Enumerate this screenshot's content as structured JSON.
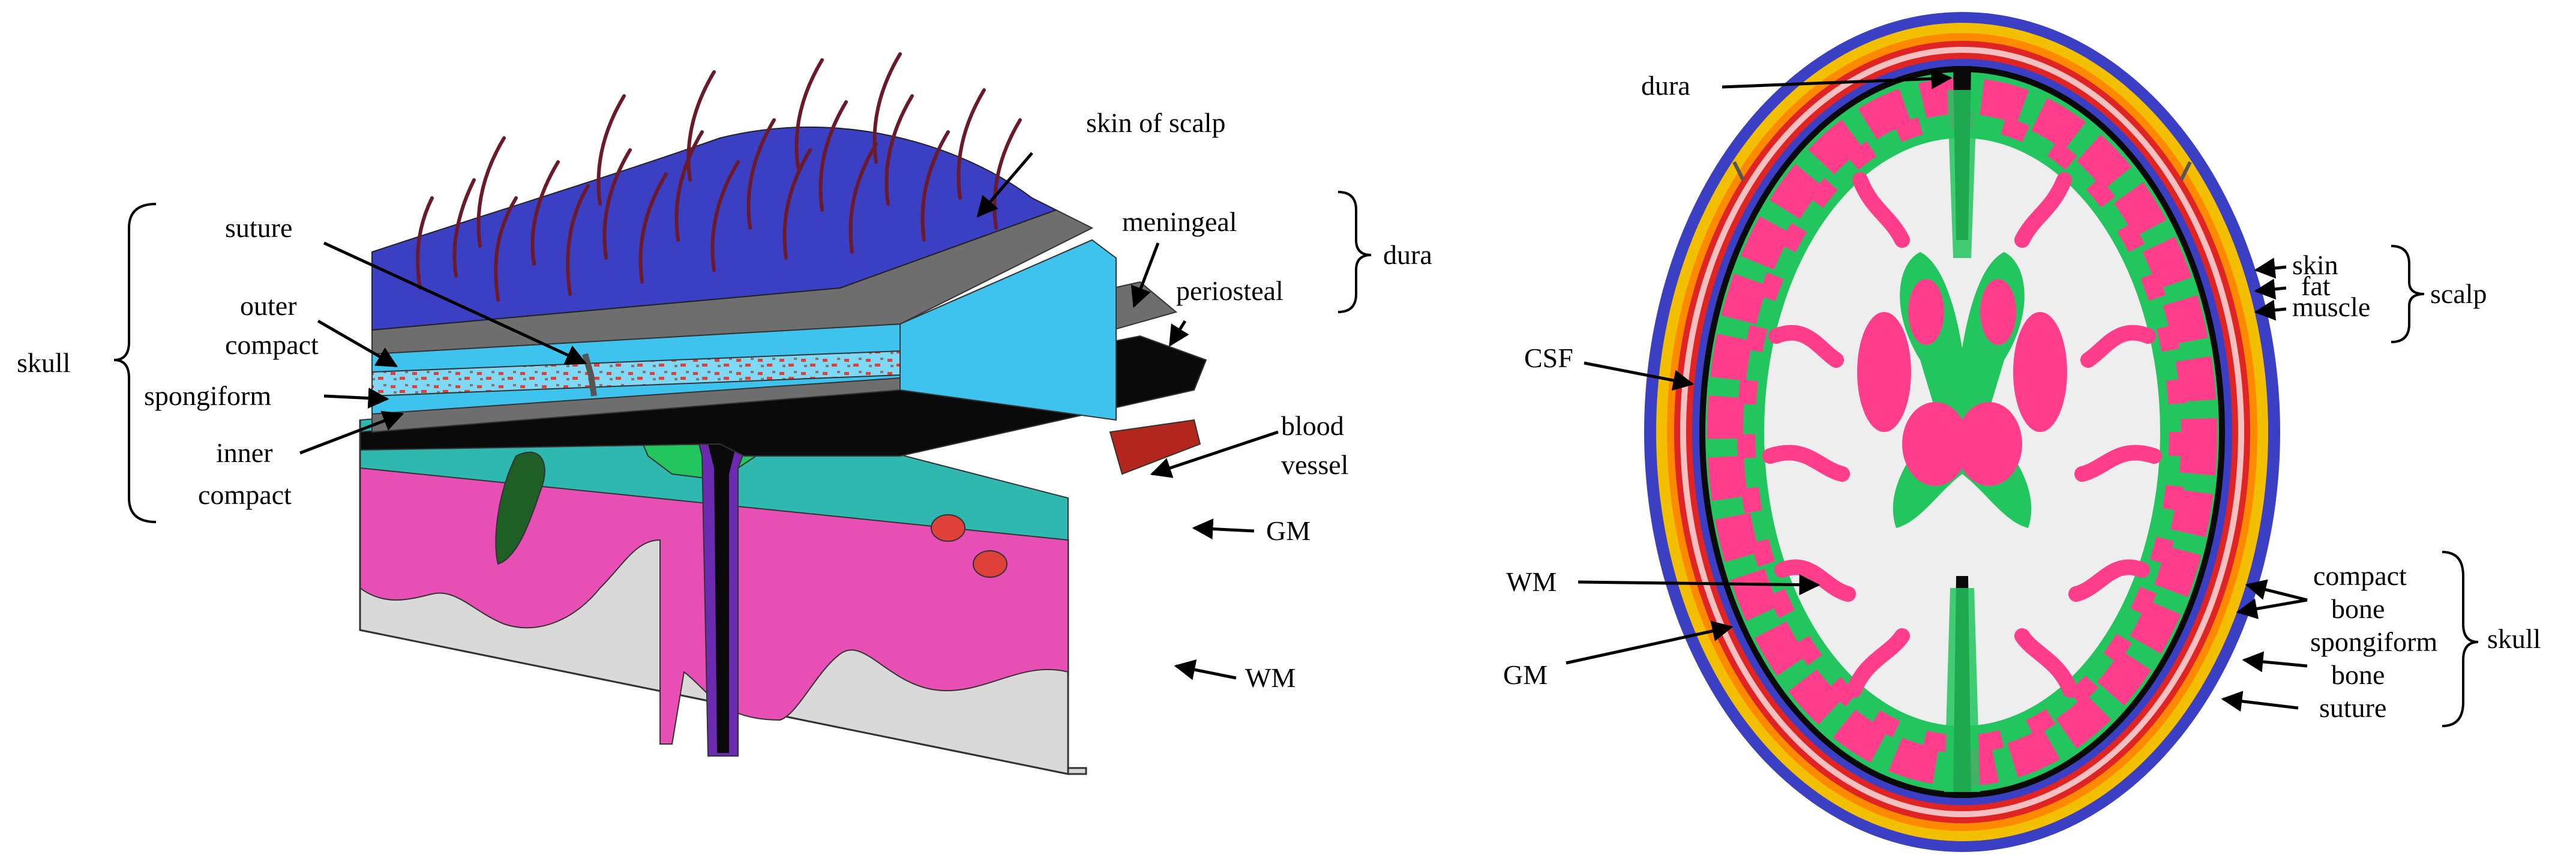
{
  "left_diagram": {
    "labels": {
      "skin_of_scalp": "skin of scalp",
      "suture": "suture",
      "meningeal": "meningeal",
      "periosteal": "periosteal",
      "dura": "dura",
      "outer": "outer",
      "compact": "compact",
      "spongiform": "spongiform",
      "skull": "skull",
      "inner": "inner",
      "inner_compact": "compact",
      "blood": "blood",
      "vessel": "vessel",
      "gm": "GM",
      "wm": "WM"
    }
  },
  "right_diagram": {
    "labels": {
      "dura": "dura",
      "csf": "CSF",
      "skin": "skin",
      "fat": "fat",
      "muscle": "muscle",
      "scalp": "scalp",
      "wm": "WM",
      "gm": "GM",
      "compact": "compact",
      "bone1": "bone",
      "spongiform": "spongiform",
      "bone2": "bone",
      "suture": "suture",
      "skull": "skull"
    }
  },
  "colors": {
    "scalp_blue": "#3a3fc4",
    "hair": "#6b1a2a",
    "bone_light_blue": "#3ec3ee",
    "gray_layer": "#6e6e6e",
    "black_layer": "#0a0a0a",
    "purple": "#6a2bb0",
    "teal": "#2fb8b0",
    "gm_pink": "#e84fb4",
    "gm_magenta": "#ff3d8a",
    "wm_gray": "#d7d7d7",
    "wm_white": "#eeeeee",
    "green": "#22c55e",
    "dark_green": "#1f5e25",
    "blood_red": "#b3261e",
    "scalp_yellow": "#f2c000",
    "scalp_orange": "#ff8a00",
    "bone_red": "#e02424"
  }
}
